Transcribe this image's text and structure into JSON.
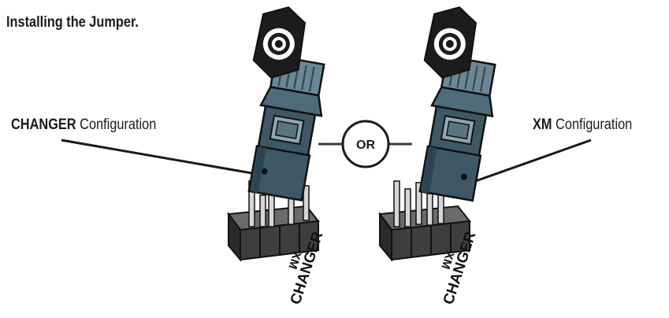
{
  "title": "Installing the Jumper.",
  "left_config": {
    "bold": "CHANGER",
    "text": " Configuration"
  },
  "right_config": {
    "bold": "XM",
    "text": " Configuration"
  },
  "or_label": "OR",
  "pin_labels": {
    "changer": "CHANGER",
    "xm": "XM"
  },
  "icons": [
    "eye-target-icon-left",
    "eye-target-icon-right"
  ],
  "colors": {
    "jumper": "#3e5866",
    "jumper_light": "#6b8794",
    "header": "#3a3a3a",
    "pins": "#d6d6d6",
    "ink": "#1a1a1a"
  }
}
